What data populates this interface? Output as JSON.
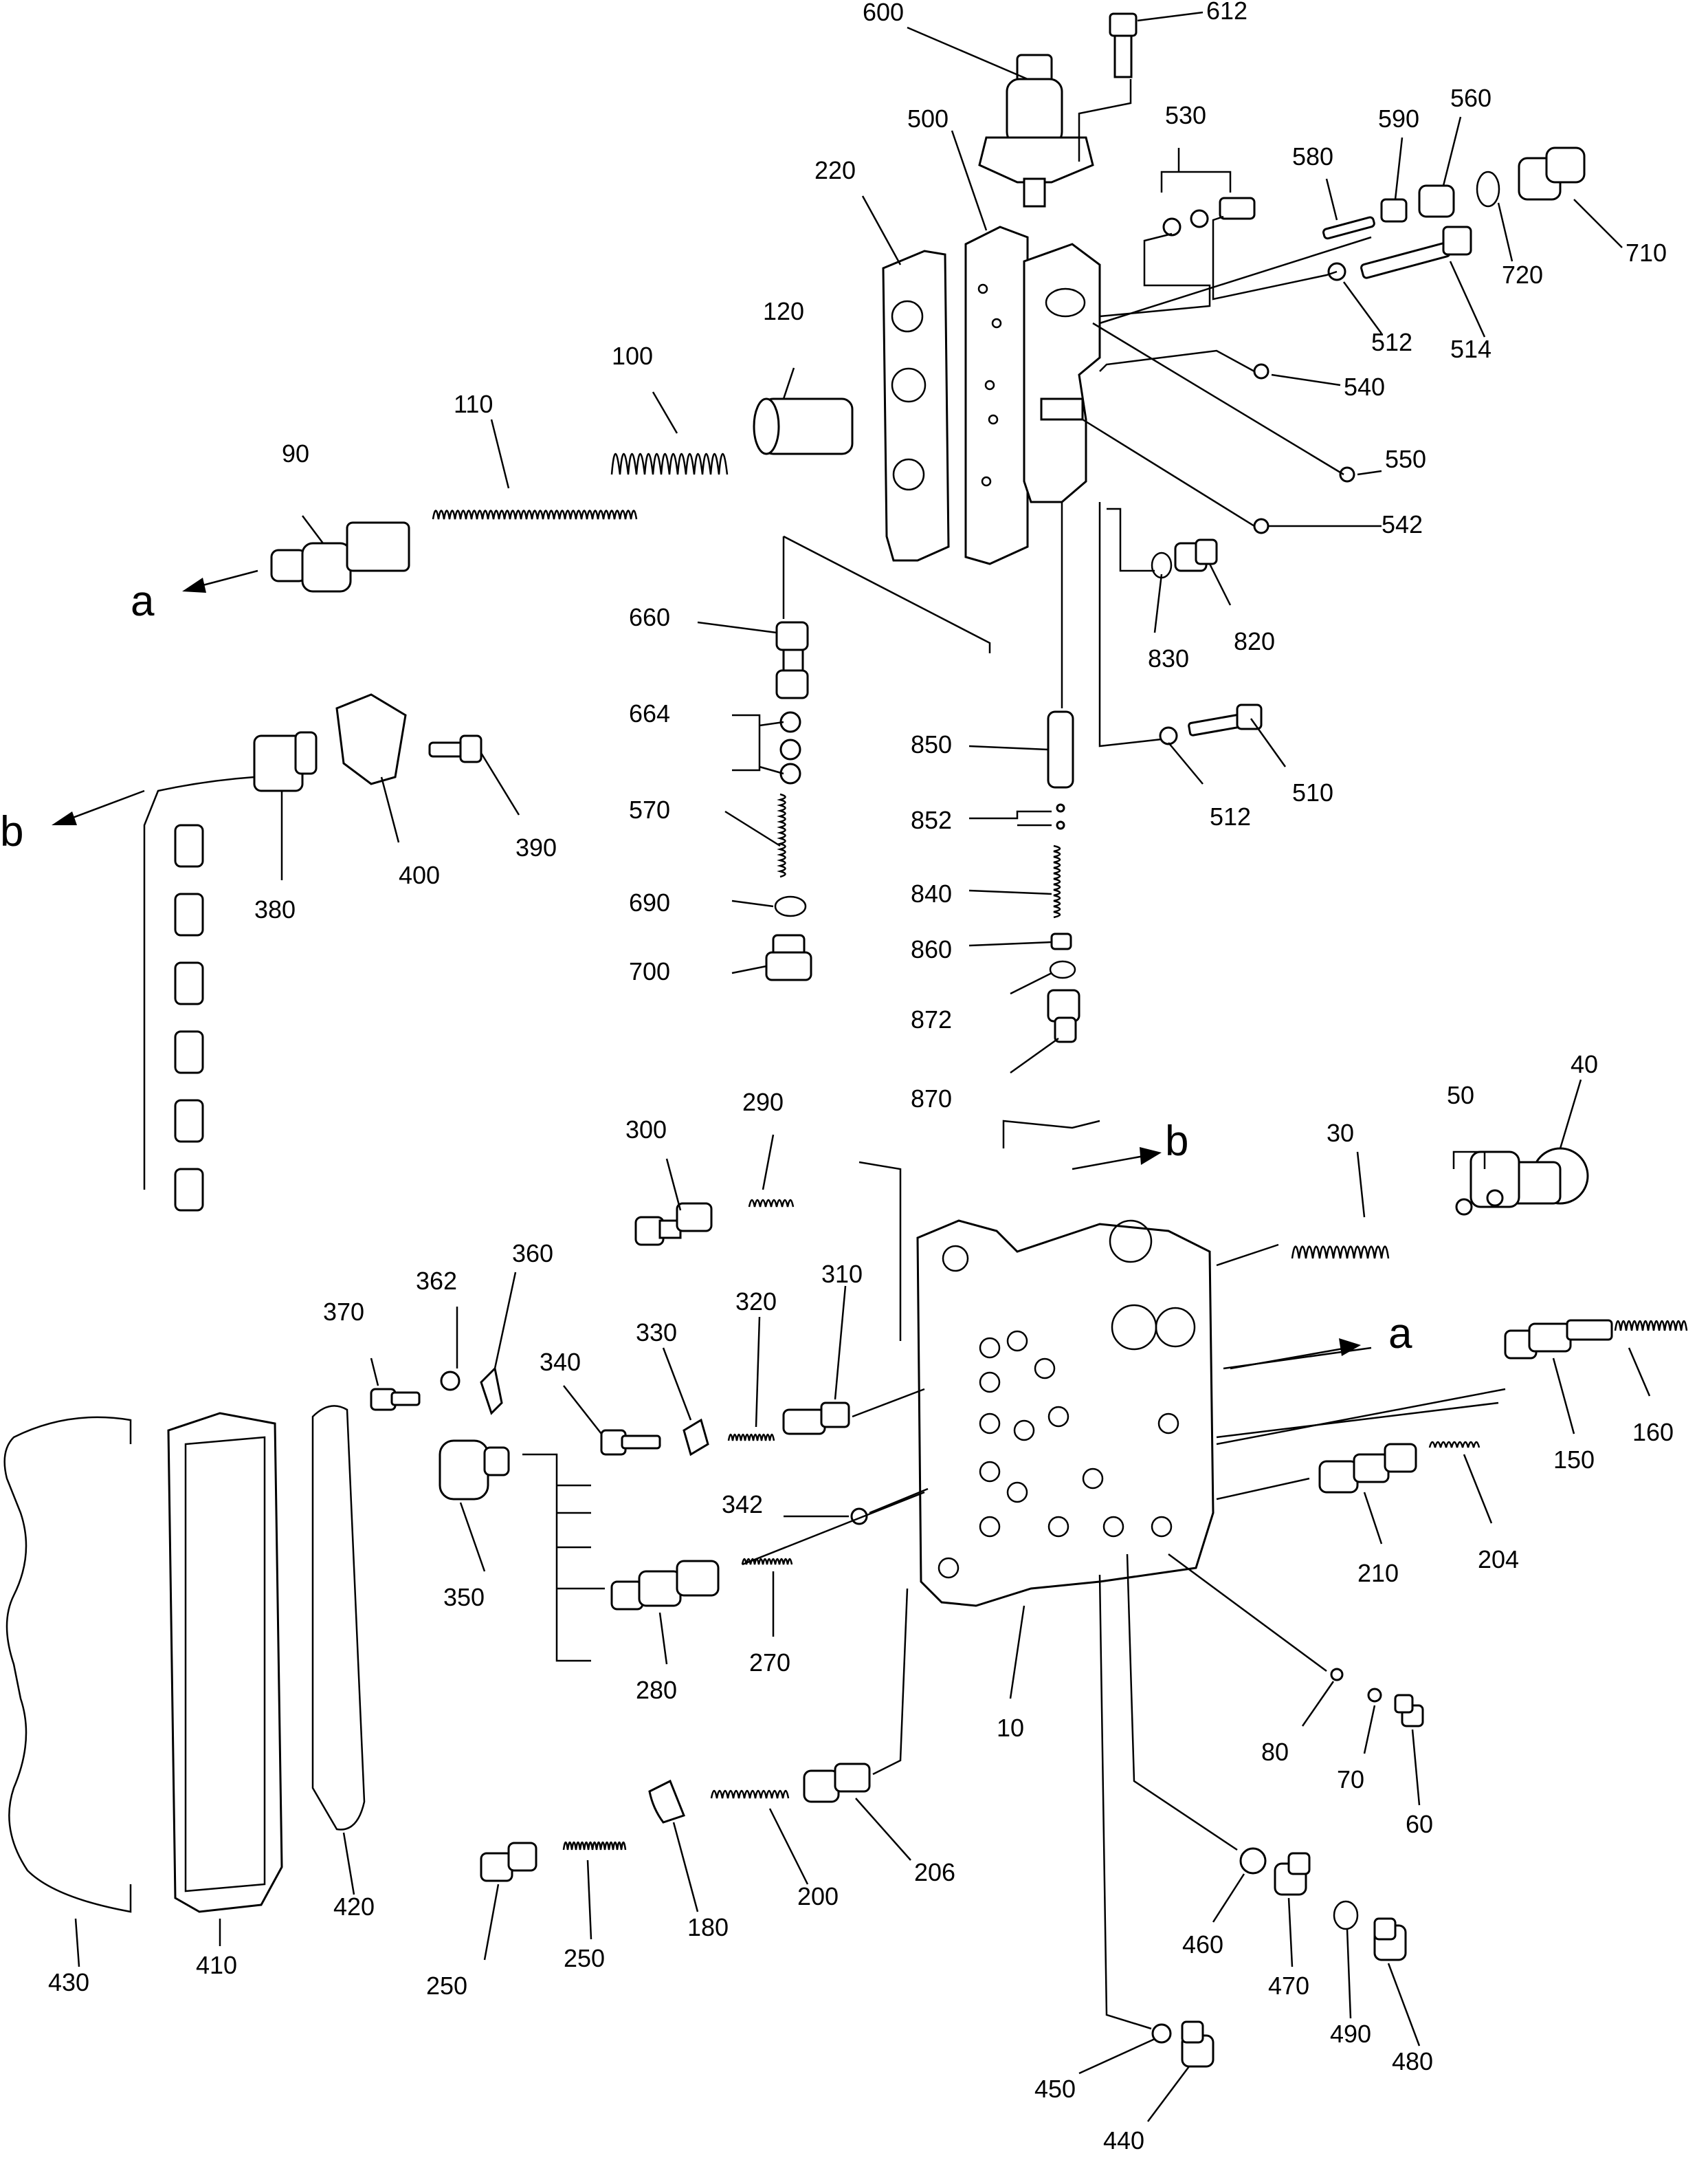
{
  "arrow_labels": {
    "a_left": "a",
    "b_left": "b",
    "b_right": "b",
    "a_right": "a"
  },
  "labels": {
    "p600": "600",
    "p612": "612",
    "p500": "500",
    "p530": "530",
    "p580": "580",
    "p590": "590",
    "p560": "560",
    "p710": "710",
    "p720": "720",
    "p220": "220",
    "p512a": "512",
    "p514": "514",
    "p540": "540",
    "p120": "120",
    "p100": "100",
    "p110": "110",
    "p550": "550",
    "p90": "90",
    "p542": "542",
    "p660": "660",
    "p830": "830",
    "p820": "820",
    "p664": "664",
    "p850": "850",
    "p570": "570",
    "p510": "510",
    "p512b": "512",
    "p852": "852",
    "p390": "390",
    "p400": "400",
    "p380": "380",
    "p690": "690",
    "p840": "840",
    "p700": "700",
    "p860": "860",
    "p872": "872",
    "p870": "870",
    "p290": "290",
    "p300": "300",
    "p40": "40",
    "p30": "30",
    "p50": "50",
    "p360": "360",
    "p362": "362",
    "p310": "310",
    "p320": "320",
    "p330": "330",
    "p370": "370",
    "p340": "340",
    "p160": "160",
    "p150": "150",
    "p342": "342",
    "p204": "204",
    "p210": "210",
    "p350": "350",
    "p270": "270",
    "p280": "280",
    "p10": "10",
    "p80": "80",
    "p70": "70",
    "p60": "60",
    "p206": "206",
    "p200": "200",
    "p180": "180",
    "p250a": "250",
    "p250b": "250",
    "p420": "420",
    "p410": "410",
    "p430": "430",
    "p460": "460",
    "p470": "470",
    "p490": "490",
    "p480": "480",
    "p450": "450",
    "p440": "440"
  }
}
